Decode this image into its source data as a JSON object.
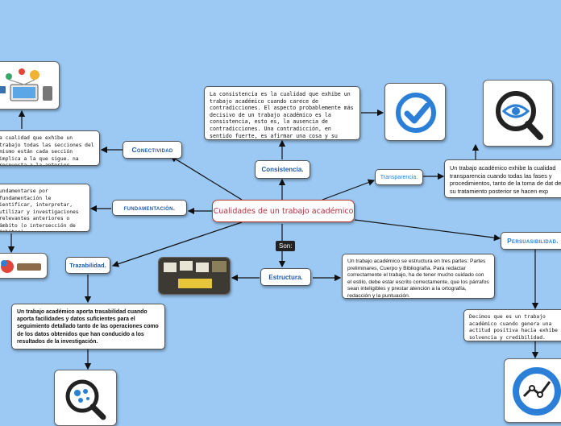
{
  "central": "Cualidades de un trabajo académico",
  "connector": "Son:",
  "branches": {
    "conectividad": {
      "label": "Conectividad",
      "text": "a cualidad que exhibe un trabajo todas las secciones del mismo están cada sección implica a la que sigue. na respuesta a la anterior."
    },
    "consistencia": {
      "label": "Consistencia.",
      "text": "La consistencia es la cualidad que exhibe un trabajo académico cuando carece de contradicciones. El aspecto probablemente más decisivo de un trabajo académico es la consistencia, esto es, la ausencia de contradicciones. Una contradicción, en sentido fuerte, es afirmar una cosa y su contraria a la vez."
    },
    "transparencia": {
      "label": "Transparencia.",
      "text": "Un trabajo académico exhibe la cualidad transparencia cuando todas las fases y procedimientos, tanto de la toma de dat de su tratamiento posterior se hacen exp"
    },
    "fundamentacion": {
      "label": "fundamentación.",
      "text": "undamentarse por fundamentación le ientificar, interpretar, utilizar y investigaciones relevantes anteriores o ámbito (o intersección de ámbitos)"
    },
    "trazabilidad": {
      "label": "Trazabilidad.",
      "text": "Un trabajo académico aporta trasabilidad cuando aporta facilidades y datos suficientes para el seguimiento detallado tanto de las operaciones como de los datos obtenidos que han conducido a los resultados de la investigación."
    },
    "estructura": {
      "label": "Estructura.",
      "text": "Un trabajo académico se estructura en tres partes: Partes preliminares, Cuerpo y Bibliografía. Para redactar correctamente el trabajo, ha de tener mucho cuidado con el estilo, debe estar escrito correctamente, que los párrafos sean inteligibles y prestar atención a la ortografía, redacción y la puntuación."
    },
    "persuasibilidad": {
      "label": "Persuasibilidad.",
      "text": "Decimos que es un trabajo académico cuando genera una actitud positiva hacia exhibe solvencia y credibilidad."
    }
  },
  "colors": {
    "background": "#9bc9f4",
    "accent_red": "#c0392b",
    "accent_blue": "#2b7fd6",
    "node_label": "#1f5aa6"
  }
}
